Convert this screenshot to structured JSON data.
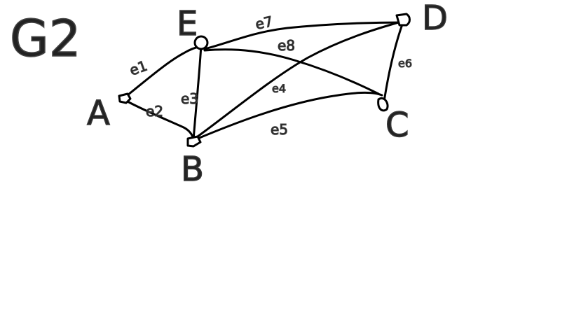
{
  "diagram": {
    "title": "G2",
    "colors": {
      "stroke": "#000000",
      "label_stroke": "#3a3a3a",
      "background": "#ffffff"
    },
    "nodes": [
      {
        "id": "A",
        "label": "A"
      },
      {
        "id": "B",
        "label": "B"
      },
      {
        "id": "C",
        "label": "C"
      },
      {
        "id": "D",
        "label": "D"
      },
      {
        "id": "E",
        "label": "E"
      }
    ],
    "edges": [
      {
        "id": "e1",
        "label": "e1",
        "from": "A",
        "to": "E"
      },
      {
        "id": "e2",
        "label": "e2",
        "from": "A",
        "to": "B"
      },
      {
        "id": "e3",
        "label": "e3",
        "from": "E",
        "to": "B"
      },
      {
        "id": "e4",
        "label": "e4",
        "from": "B",
        "to": "D"
      },
      {
        "id": "e5",
        "label": "e5",
        "from": "B",
        "to": "C"
      },
      {
        "id": "e6",
        "label": "e6",
        "from": "D",
        "to": "C"
      },
      {
        "id": "e7",
        "label": "e7",
        "from": "E",
        "to": "D"
      },
      {
        "id": "e8",
        "label": "e8",
        "from": "E",
        "to": "C"
      }
    ]
  }
}
